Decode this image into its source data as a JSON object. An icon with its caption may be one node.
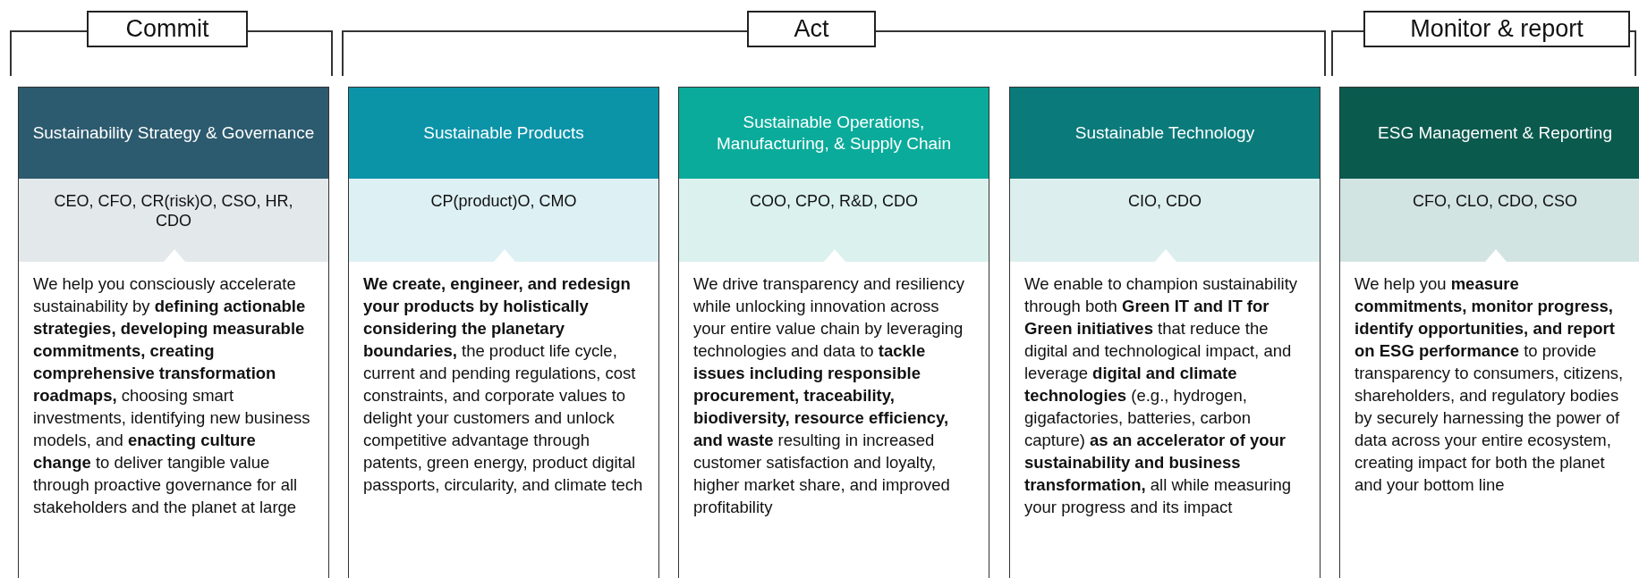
{
  "diagram": {
    "nodes": [
      {
        "text": [
          "Commit"
        ]
      },
      {
        "text": [
          "Act"
        ]
      },
      {
        "text": [
          "Monitor & report"
        ]
      },
      {
        "text": [
          "Sustainability Strategy & Governance",
          "CEO, CFO, CR(risk)O, CSO, HR, CDO",
          "We help you consciously accelerate sustainability by **defining actionable strategies, developing measurable commitments, creating comprehensive transformation roadmaps,** choosing smart investments, identifying new business models, and **enacting culture change** to deliver tangible value through proactive governance for all stakeholders and the planet at large"
        ]
      },
      {
        "text": [
          "Sustainable Products",
          "CP(product)O, CMO",
          "**We create, engineer, and redesign your products by holistically considering the planetary boundaries,** the product life cycle, current and pending regulations, cost constraints, and corporate values to delight your customers and unlock competitive advantage through patents, green energy, product digital passports, circularity, and climate tech"
        ]
      },
      {
        "text": [
          "Sustainable Operations, Manufacturing, & Supply Chain",
          "COO, CPO, R&D, CDO",
          "We drive transparency and resiliency while unlocking innovation across your entire value chain by leveraging technologies and data to **tackle issues including responsible procurement, traceability, biodiversity, resource efficiency, and waste** resulting in increased customer satisfaction and loyalty, higher market share, and improved profitability"
        ]
      },
      {
        "text": [
          "Sustainable Technology",
          "CIO, CDO",
          "We enable to champion sustainability through both **Green IT and IT for Green initiatives** that reduce the digital and technological impact, and leverage **digital and climate technologies** (e.g., hydrogen, gigafactories, batteries, carbon capture) **as an accelerator of your sustainability and business transformation,** all while measuring your progress and its impact"
        ]
      },
      {
        "text": [
          "ESG Management & Reporting",
          "CFO, CLO, CDO, CSO",
          "We help you **measure commitments, monitor progress, identify opportunities, and report on ESG performance** to provide transparency to consumers, citizens, shareholders, and regulatory bodies by securely harnessing the power of data across your entire ecosystem, creating impact for both the planet and your bottom line"
        ]
      }
    ],
    "edges": []
  }
}
